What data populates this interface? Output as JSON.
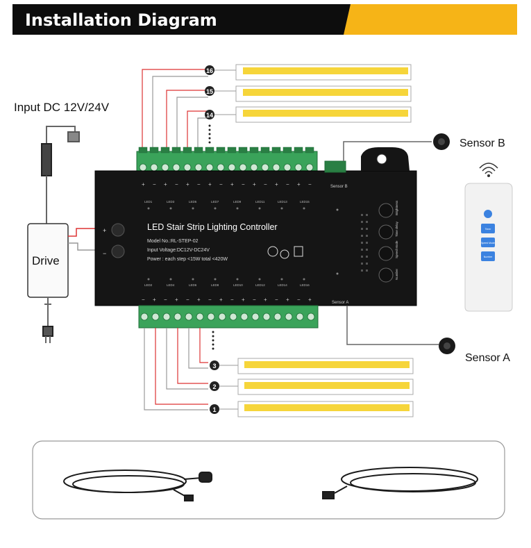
{
  "banner": {
    "title": "Installation Diagram",
    "accent_color": "#F6B417",
    "dark_color": "#0d0d0d"
  },
  "input_label": "Input DC 12V/24V",
  "drive_label": "Drive",
  "sensor_b_label": "Sensor B",
  "sensor_a_label": "Sensor A",
  "controller": {
    "title": "LED Stair Strip Lighting Controller",
    "model": "Model No.:RL-STEP-02",
    "voltage": "Input Voltage:DC12V-DC24V",
    "power": "Power : each step <15W   total <420W",
    "top_leds": [
      "LED1",
      "LED3",
      "LED5",
      "LED7",
      "LED9",
      "LED11",
      "LED13",
      "LED15"
    ],
    "bottom_leds": [
      "LED2",
      "LED4",
      "LED6",
      "LED8",
      "LED10",
      "LED12",
      "LED14",
      "LED16"
    ],
    "sensor_b_port": "Sensor B",
    "sensor_a_port": "Sensor A",
    "buttons": [
      "Brightness",
      "Time delay",
      "Speed Mode",
      "Number"
    ],
    "plus": "+",
    "minus": "−"
  },
  "top_strips": [
    "16",
    "15",
    "14"
  ],
  "bottom_strips": [
    "3",
    "2",
    "1"
  ],
  "remote_buttons": [
    "Timer",
    "Speed Mode",
    "Number"
  ],
  "colors": {
    "strip": "#F6D53A",
    "wire_red": "#d33",
    "wire_gray": "#888",
    "terminal": "#3aa35a",
    "controller": "#151515"
  }
}
